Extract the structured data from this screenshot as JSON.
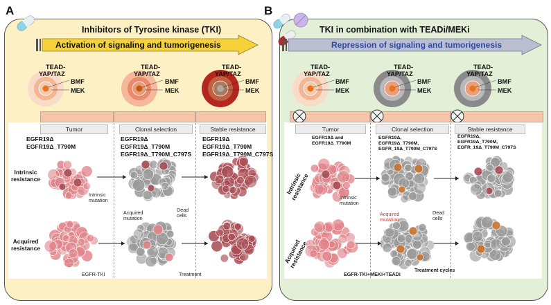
{
  "panel_a": {
    "letter": "A",
    "title": "Inhibitors of Tyrosine kinase (TKI)",
    "arrow_text": "Activation of signaling and tumorigenesis",
    "node_labels": {
      "tead": "TEAD-",
      "yap": "YAP/TAZ",
      "bmf": "BMF",
      "mek": "MEK"
    },
    "stages": [
      "Tumor",
      "Clonal selection",
      "Stable resistance"
    ],
    "mutations": [
      "EGFR19Δ\nEGFR19Δ_T790M",
      "EGFR19Δ\nEGFR19Δ_T790M\nEGFR19Δ_T790M_C797S",
      "EGFR19Δ\nEGFR19Δ_T790M\nEGFR19Δ_T790M_C797S"
    ],
    "row_labels": [
      "Intrinsic\nresistance",
      "Acquired\nresistance"
    ],
    "intrinsic_mutation": "Intrinsic\nmutation",
    "acquired_mutation": "Acquired\nmutation",
    "dead_cells": "Dead\ncells",
    "treatment_drug": "EGFR-TKI",
    "treatment": "Treatment"
  },
  "panel_b": {
    "letter": "B",
    "title": "TKI in combination with TEADi/MEKi",
    "arrow_text": "Repression of signaling and tumorigenesis",
    "node_labels": {
      "tead": "TEAD-",
      "yap": "YAP/TAZ",
      "bmf": "BMF",
      "mek": "MEK"
    },
    "stages": [
      "Tumor",
      "Clonal selection",
      "Stable resistance"
    ],
    "mutations": [
      "EGFR19Δ and\nEGFR19Δ_T790M",
      "EGFR19Δ,\nEGFR19Δ_T790M,\nEGFR_19Δ_T790M_C797S",
      "EGFR19Δ,\nEGFR19Δ_T790M,\nEGFR_19Δ_T790M_C797S"
    ],
    "row_labels": [
      "Intrinsic\nresistance",
      "Acquired\nresistance"
    ],
    "intrinsic_mutation": "Intrinsic\nmutation",
    "acquired_mutation": "Acquired\nmutation",
    "dead_cells": "Dead\ncells",
    "treatment_drug": "EGFR-TKI+MEKi+TEADi",
    "treatment_cycles": "Treatment cycles"
  },
  "colors": {
    "panel_a_bg": "#fdf0c4",
    "panel_b_bg": "#e3efd6",
    "arrow_a": "#f6d23a",
    "arrow_b": "#b9bfd0",
    "arrow_b_text": "#2d4aa8",
    "band": "#f6c4a8",
    "tumor_cell": "#e0848a",
    "resistant_cell": "#a94e55",
    "inhibited_cell": "#9a9a9a",
    "orange_cell": "#c9722f"
  }
}
